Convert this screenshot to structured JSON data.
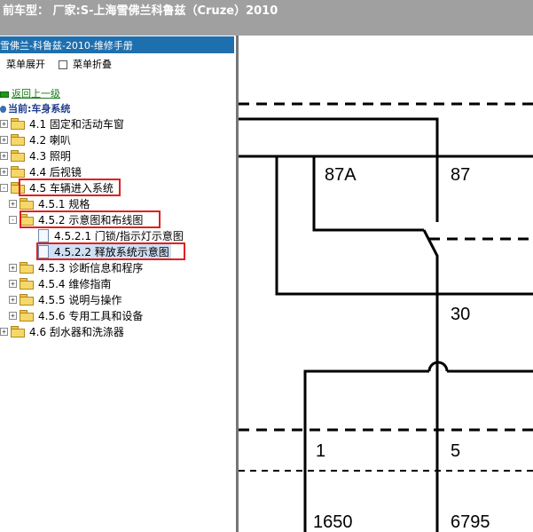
{
  "window": {
    "title": "前车型： 厂家:S-上海雪佛兰科鲁兹（Cruze）2010"
  },
  "panel": {
    "header": "雪佛兰-科鲁兹-2010-维修手册",
    "expand_label": "菜单展开",
    "collapse_label": "菜单折叠",
    "back_label": "返回上一级",
    "current_label": "当前:车身系统"
  },
  "tree": [
    {
      "label": "4.1 固定和活动车窗",
      "expanded": false
    },
    {
      "label": "4.2 喇叭",
      "expanded": false
    },
    {
      "label": "4.3 照明",
      "expanded": false
    },
    {
      "label": "4.4 后视镜",
      "expanded": false
    },
    {
      "label": "4.5 车辆进入系统",
      "expanded": true
    },
    {
      "label": "4.5.1 规格",
      "expanded": false
    },
    {
      "label": "4.5.2 示意图和布线图",
      "expanded": true
    },
    {
      "label": "4.5.2.1 门锁/指示灯示意图",
      "expanded": false
    },
    {
      "label": "4.5.2.2 释放系统示意图",
      "expanded": false,
      "selected": true
    },
    {
      "label": "4.5.3 诊断信息和程序",
      "expanded": false
    },
    {
      "label": "4.5.4 维修指南",
      "expanded": false
    },
    {
      "label": "4.5.5 说明与操作",
      "expanded": false
    },
    {
      "label": "4.5.6 专用工具和设备",
      "expanded": false
    },
    {
      "label": "4.6 刮水器和洗涤器",
      "expanded": false
    }
  ],
  "diagram": {
    "terminals": {
      "t87a": "87A",
      "t87": "87",
      "t30": "30",
      "t1": "1",
      "t5": "5",
      "w1650": "1650",
      "w6795": "6795"
    }
  },
  "colors": {
    "topbar": "#a0a0a0",
    "header": "#1e6fae",
    "highlight_box": "#e02020",
    "selected_bg": "#cfe0f4"
  }
}
